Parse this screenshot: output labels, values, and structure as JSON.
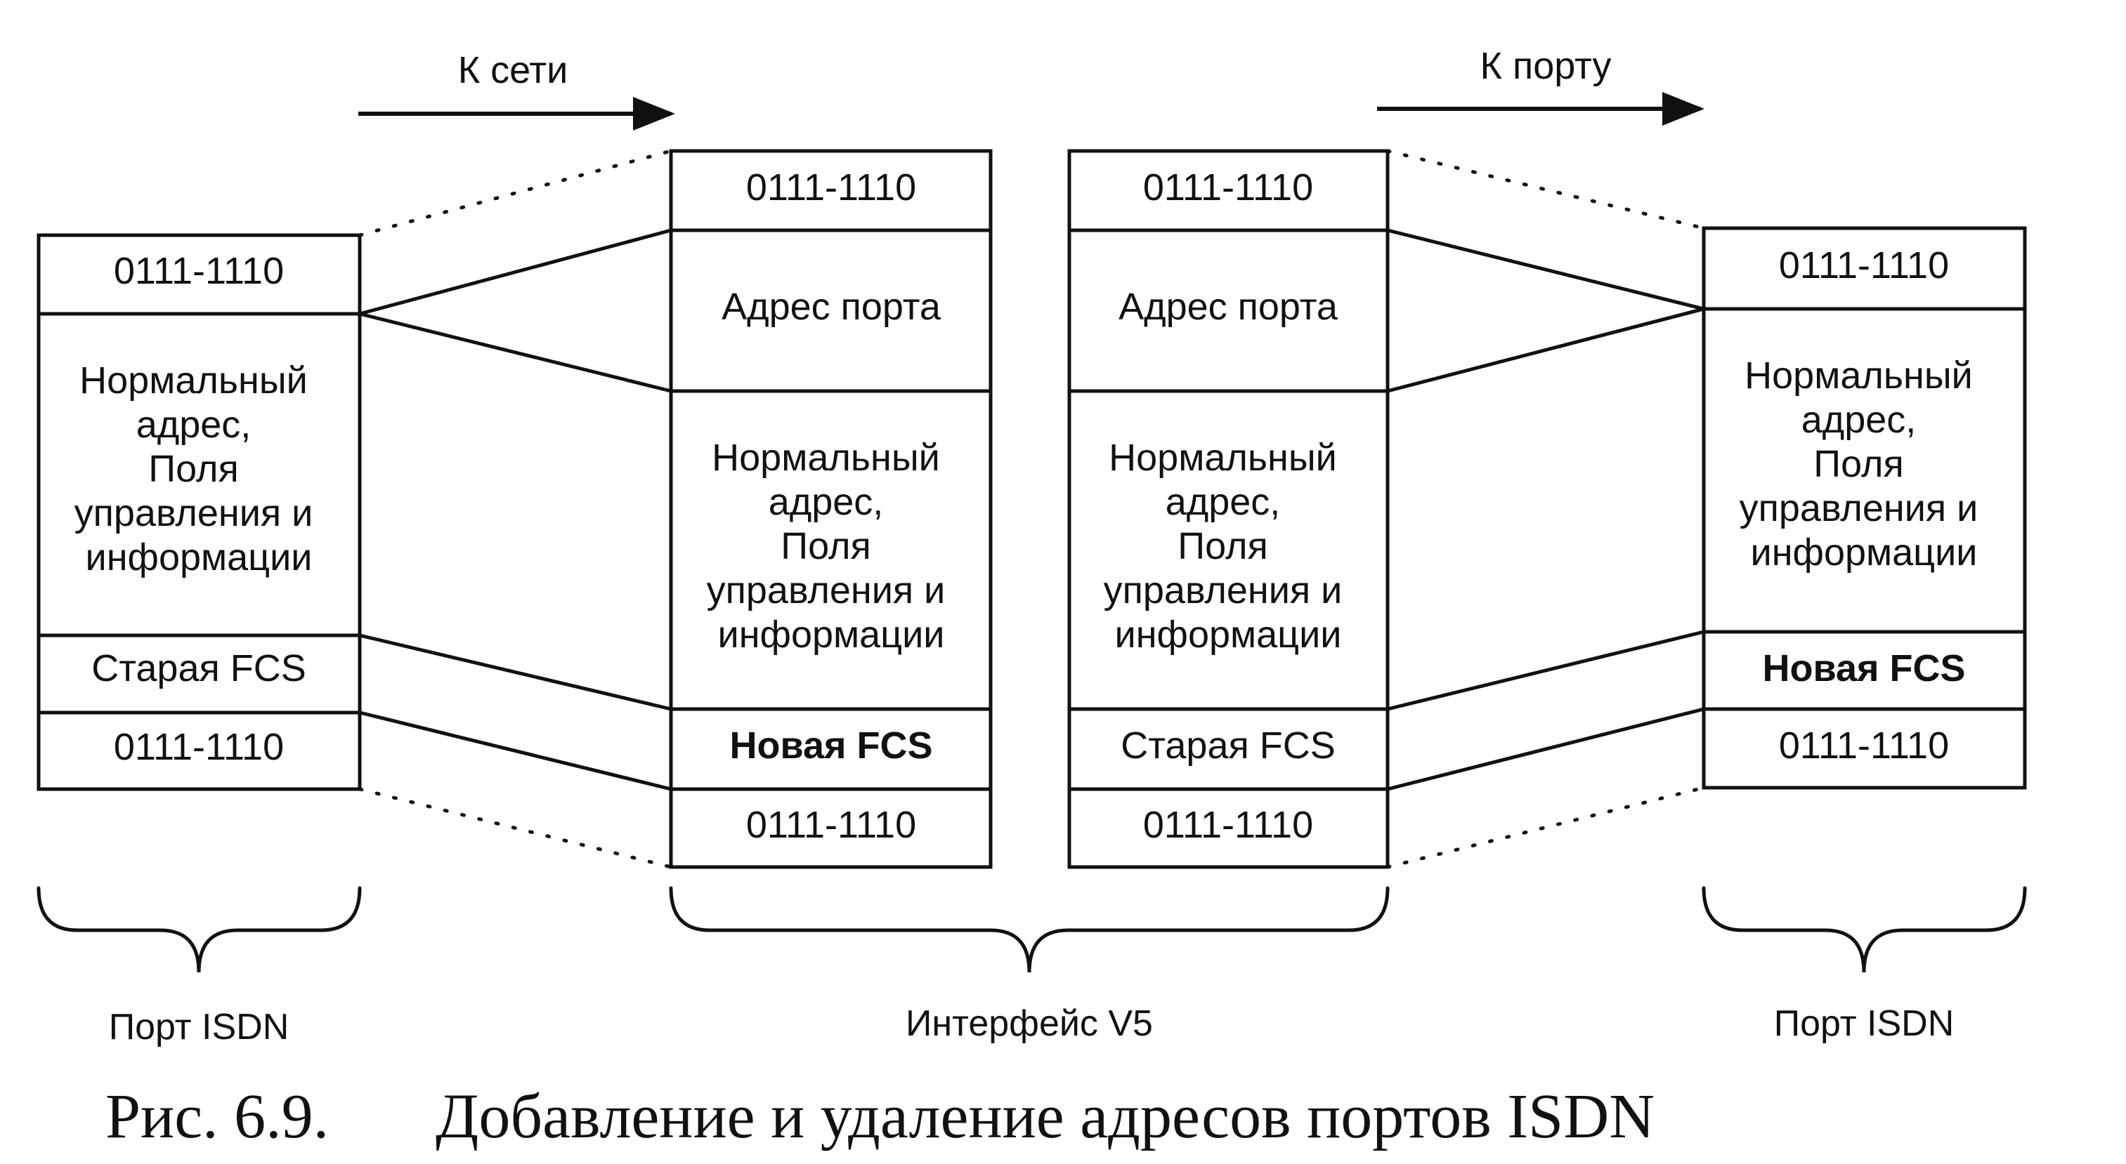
{
  "arrows": {
    "to_network": "К сети",
    "to_port": "К порту"
  },
  "frames": {
    "left": {
      "flag_top": "0111-1110",
      "body": [
        "Нормальный",
        "адрес,",
        "Поля",
        "управления и",
        "информации"
      ],
      "fcs": "Старая FCS",
      "flag_bottom": "0111-1110"
    },
    "center_left": {
      "flag_top": "0111-1110",
      "port_address": "Адрес порта",
      "body": [
        "Нормальный",
        "адрес,",
        "Поля",
        "управления и",
        "информации"
      ],
      "fcs": "Новая FCS",
      "flag_bottom": "0111-1110"
    },
    "center_right": {
      "flag_top": "0111-1110",
      "port_address": "Адрес порта",
      "body": [
        "Нормальный",
        "адрес,",
        "Поля",
        "управления и",
        "информации"
      ],
      "fcs": "Старая FCS",
      "flag_bottom": "0111-1110"
    },
    "right": {
      "flag_top": "0111-1110",
      "body": [
        "Нормальный",
        "адрес,",
        "Поля",
        "управления и",
        "информации"
      ],
      "fcs": "Новая FCS",
      "flag_bottom": "0111-1110"
    }
  },
  "labels": {
    "isdn_port_left": "Порт ISDN",
    "v5_interface": "Интерфейс V5",
    "isdn_port_right": "Порт ISDN"
  },
  "caption": {
    "number": "Рис. 6.9.",
    "title": "Добавление и удаление адресов портов ISDN"
  }
}
